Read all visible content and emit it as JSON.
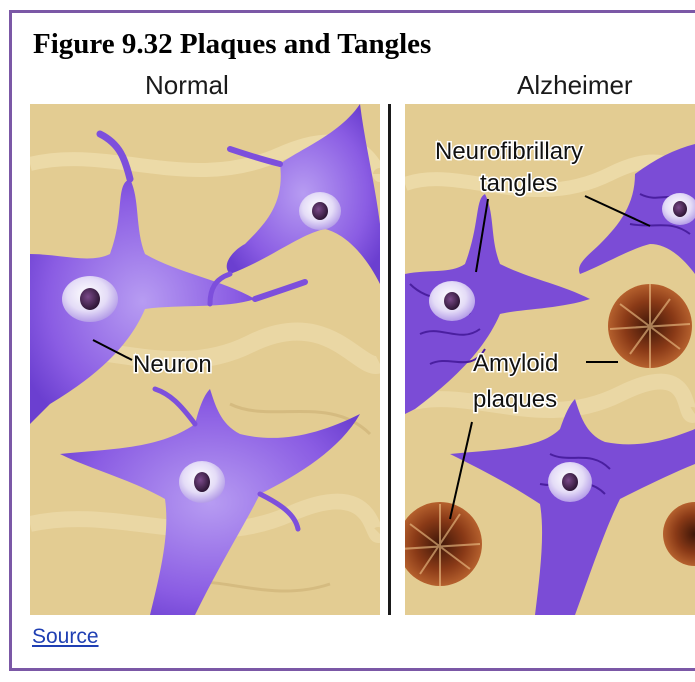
{
  "figure": {
    "title": "Figure 9.32 Plaques and Tangles",
    "panels": [
      {
        "label": "Normal",
        "annotations": [
          "Neuron"
        ]
      },
      {
        "label": "Alzheimer",
        "annotations": [
          "Neurofibrillary",
          "tangles",
          "Amyloid",
          "plaques"
        ]
      }
    ]
  },
  "footer": {
    "source_link": "Source"
  },
  "colors": {
    "border": "#7b58a6",
    "background_tissue": "#e3cc92",
    "neuron": "#8a5ce3",
    "plaque": "#8a3a17",
    "link": "#1f3fb3"
  }
}
